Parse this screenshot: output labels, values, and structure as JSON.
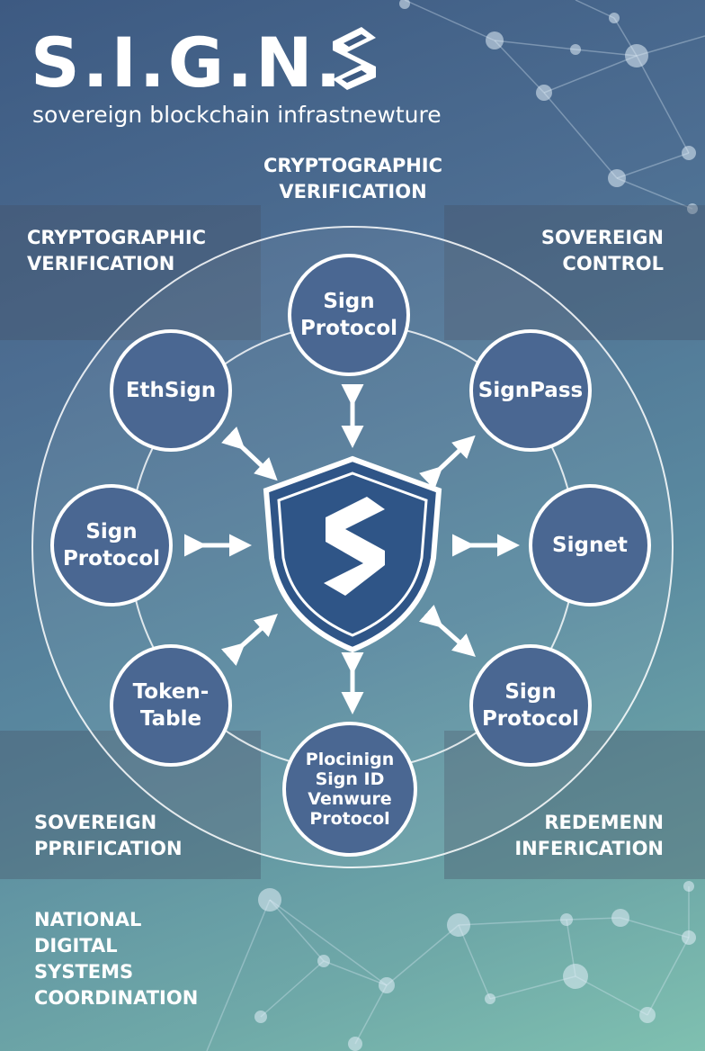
{
  "header": {
    "title": "S.I.G.N.",
    "subtitle": "sovereign blockchain infrastnewture"
  },
  "labels": {
    "top_center": "CRYPTOGRAPHIC\nVERIFICATION",
    "top_left": "CRYPTOGRAPHIC\nVERIFICATION",
    "top_right": "SOVEREIGN\nCONTROL",
    "bottom_left": "SOVEREIGN\nPPRIFICATION",
    "bottom_right": "REDEMENN\nINFERICATION",
    "footer": "NATIONAL\nDIGITAL\nSYSTEMS\nCOORDINATION"
  },
  "nodes": {
    "top": "Sign\nProtocol",
    "top_right": "SignPass",
    "right": "Signet",
    "bottom_right": "Sign\nProtocol",
    "bottom": "Plocinign\nSign ID\nVenwure\nProtocol",
    "bottom_left": "Token-\nTable",
    "left": "Sign\nProtocol",
    "top_left": "EthSign"
  },
  "colors": {
    "node_fill": "#4a6792",
    "shield_fill": "#2f5587",
    "background_top": "#3d5a82",
    "background_bottom": "#7fc0b0"
  },
  "icons": {
    "logo": "s-logo-icon",
    "center": "shield-s-icon",
    "connectors": "double-arrow-icon"
  }
}
